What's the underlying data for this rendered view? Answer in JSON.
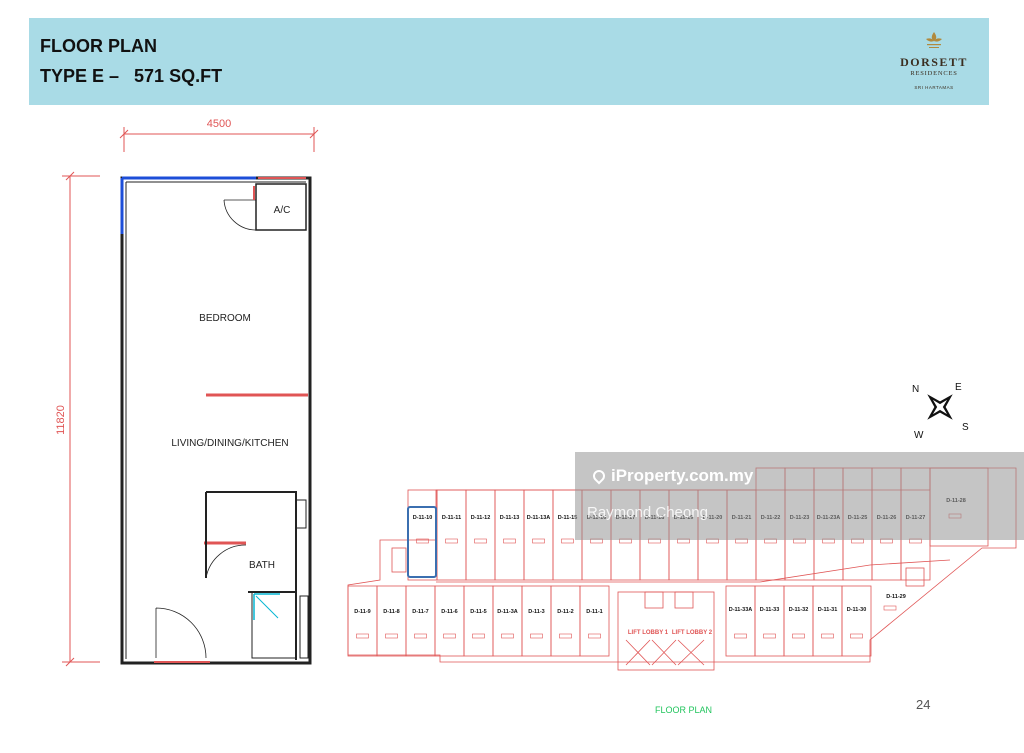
{
  "header": {
    "title_line1": "FLOOR PLAN",
    "title_line2": "TYPE E –   571 SQ.FT",
    "brand_name": "DORSETT",
    "brand_sub": "RESIDENCES",
    "brand_location": "SRI HARTAMAS",
    "bg_color": "#a9dbe6"
  },
  "unit_plan": {
    "width_dim": "4500",
    "length_dim": "11820",
    "rooms": {
      "ac": "A/C",
      "bedroom": "BEDROOM",
      "living": "LIVING/DINING/KITCHEN",
      "bath": "BATH"
    }
  },
  "compass": {
    "n": "N",
    "e": "E",
    "s": "S",
    "w": "W"
  },
  "key_plan": {
    "top_units": [
      "D-11-10",
      "D-11-11",
      "D-11-12",
      "D-11-13",
      "D-11-13A",
      "D-11-15",
      "D-11-16",
      "D-11-17",
      "D-11-18",
      "D-11-19",
      "D-11-20",
      "D-11-21",
      "D-11-22",
      "D-11-23",
      "D-11-23A",
      "D-11-25",
      "D-11-26",
      "D-11-27"
    ],
    "corner_unit": "D-11-28",
    "right_unit": "D-11-29",
    "bottom_left_units": [
      "D-11-9",
      "D-11-8",
      "D-11-7",
      "D-11-6",
      "D-11-5",
      "D-11-3A",
      "D-11-3",
      "D-11-2",
      "D-11-1"
    ],
    "bottom_right_units": [
      "D-11-33A",
      "D-11-33",
      "D-11-32",
      "D-11-31",
      "D-11-30"
    ],
    "lift_lobby_1": "LIFT LOBBY 1",
    "lift_lobby_2": "LIFT LOBBY 2",
    "highlight_unit": "D-11-10",
    "highlight_color": "#3b6fb0",
    "line_color": "#e05555"
  },
  "watermark": {
    "site": "iProperty.com.my",
    "agent": "Raymond Cheong"
  },
  "footer": {
    "page_number": "24",
    "caption": "FLOOR PLAN"
  }
}
